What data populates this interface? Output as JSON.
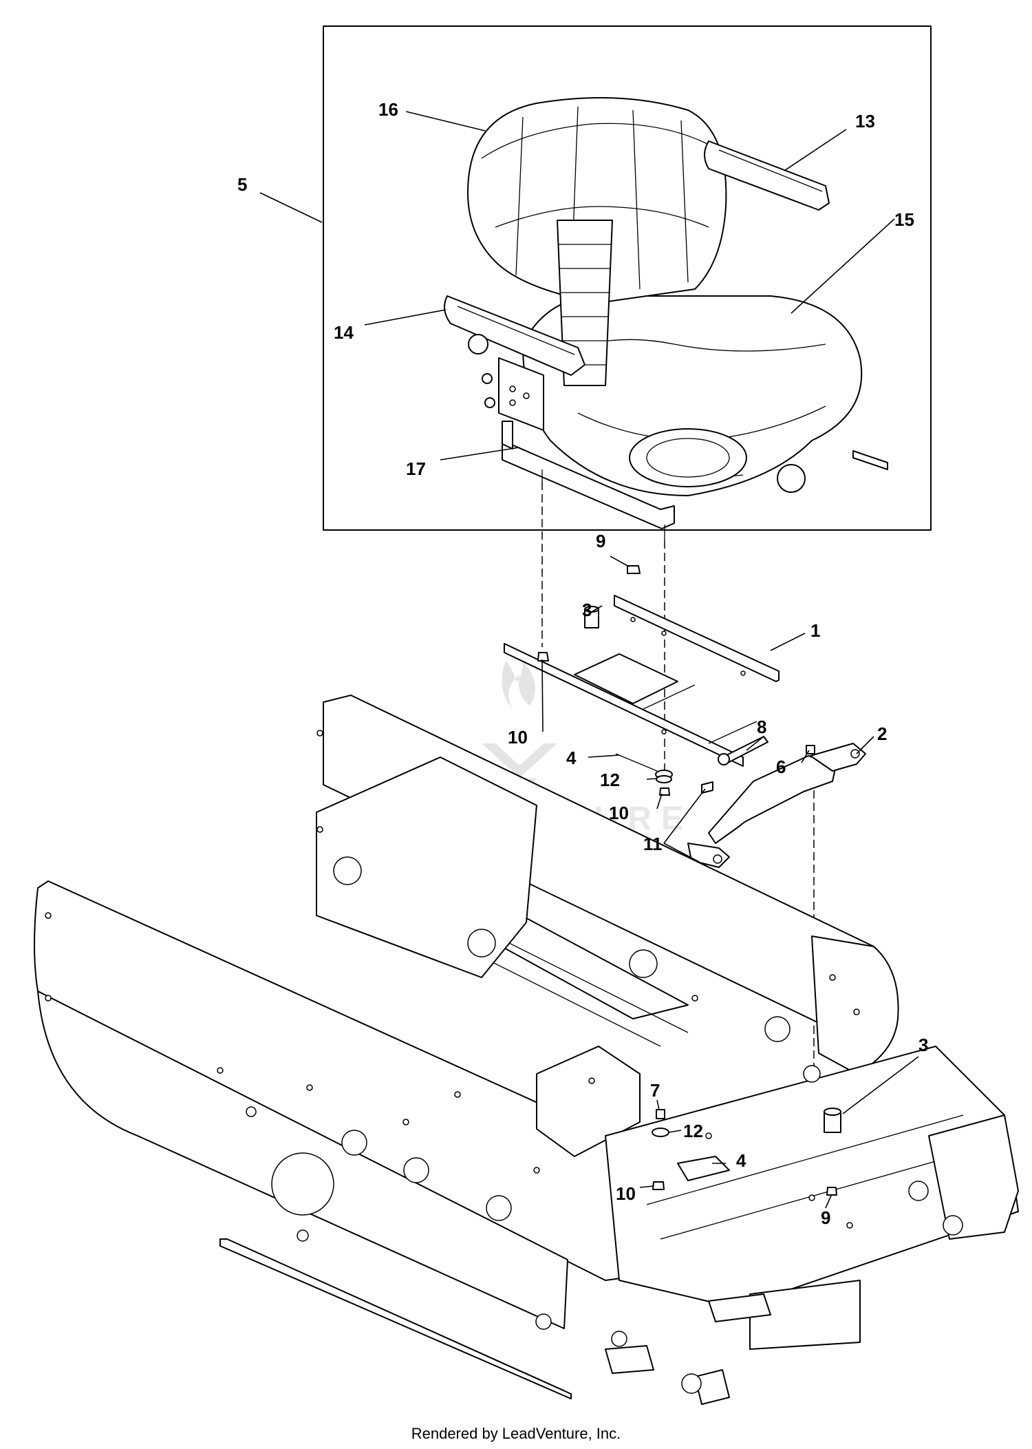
{
  "callouts": {
    "c1": "1",
    "c2": "2",
    "c3a": "3",
    "c3b": "3",
    "c4a": "4",
    "c4b": "4",
    "c5": "5",
    "c6": "6",
    "c7": "7",
    "c8": "8",
    "c9a": "9",
    "c9b": "9",
    "c10a": "10",
    "c10b": "10",
    "c10c": "10",
    "c11": "11",
    "c12a": "12",
    "c12b": "12",
    "c13": "13",
    "c14": "14",
    "c15": "15",
    "c16": "16",
    "c17": "17"
  },
  "watermark": {
    "text": "LEADVENTURE"
  },
  "footer": {
    "text": "Rendered by LeadVenture, Inc."
  }
}
